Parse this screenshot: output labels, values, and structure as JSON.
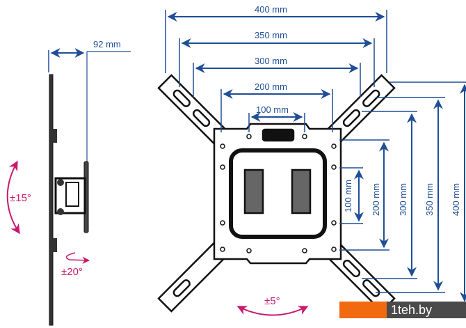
{
  "colors": {
    "dimension": "#1f4e96",
    "angle": "#c8196e",
    "metal": "#222222"
  },
  "side_view": {
    "depth": "92 mm",
    "tilt": "±15°",
    "swivel": "±20°"
  },
  "front_view": {
    "horizontal_dims": [
      "400 mm",
      "350 mm",
      "300 mm",
      "200 mm",
      "100 mm"
    ],
    "vertical_dims": [
      "100 mm",
      "200 mm",
      "300 mm",
      "350 mm",
      "400 mm"
    ],
    "rotation": "±5°"
  },
  "watermark": "1teh.by"
}
